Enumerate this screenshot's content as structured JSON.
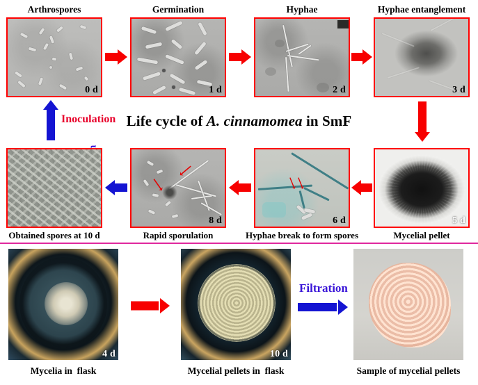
{
  "figure": {
    "title_prefix": "Life cycle of ",
    "title_species": "A. cinnamomea",
    "title_suffix": " in SmF",
    "divider_color": "#e0289e",
    "panel_border_color": "#ff0000",
    "red_arrow_color": "#f70000",
    "blue_arrow_color": "#1414d2"
  },
  "top_row": [
    {
      "label": "Arthrospores",
      "day": "0 d"
    },
    {
      "label": "Germination",
      "day": "1 d"
    },
    {
      "label": "Hyphae",
      "day": "2 d"
    },
    {
      "label": "Hyphae entanglement",
      "day": "3 d"
    }
  ],
  "middle_row": [
    {
      "label": "Obtained spores at 10 d",
      "day": ""
    },
    {
      "label": "Rapid sporulation",
      "day": "8 d"
    },
    {
      "label": "Hyphae break to form spores",
      "day": "6 d"
    },
    {
      "label": "Mycelial pellet",
      "day": "5 d"
    }
  ],
  "bottom_row": [
    {
      "label": "Mycelia in  flask",
      "day": "4 d"
    },
    {
      "label": "Mycelial pellets in  flask",
      "day": "10 d"
    },
    {
      "label": "Sample of mycelial pellets",
      "day": ""
    }
  ],
  "process_labels": {
    "inoculation": "Inoculation",
    "filtration_vertical": "Filtration",
    "filtration_bottom": "Filtration"
  }
}
